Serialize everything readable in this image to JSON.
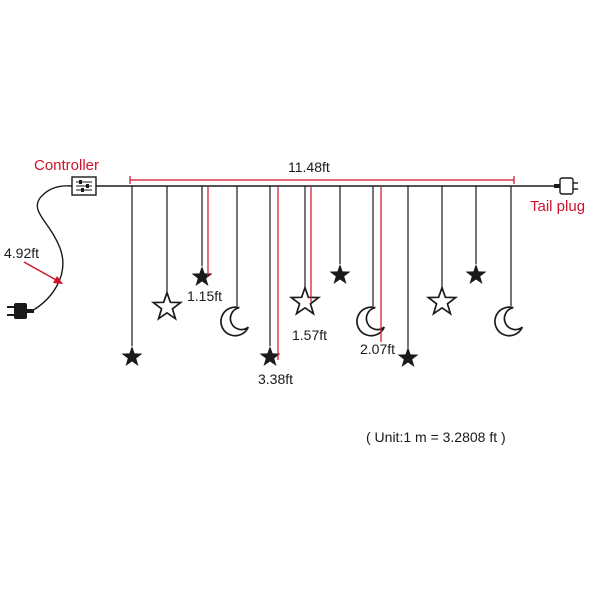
{
  "labels": {
    "controller": "Controller",
    "tail_plug": "Tail plug",
    "total_length": "11.48ft",
    "lead_length": "4.92ft",
    "unit_note": "( Unit:1 m = 3.2808 ft )"
  },
  "dimensions": [
    "1.15ft",
    "1.57ft",
    "2.07ft",
    "3.38ft"
  ],
  "colors": {
    "accent": "#d0112b",
    "line": "#1a1a1a",
    "background": "#ffffff"
  },
  "pendant_types": [
    "star-filled",
    "star-outline",
    "moon"
  ]
}
